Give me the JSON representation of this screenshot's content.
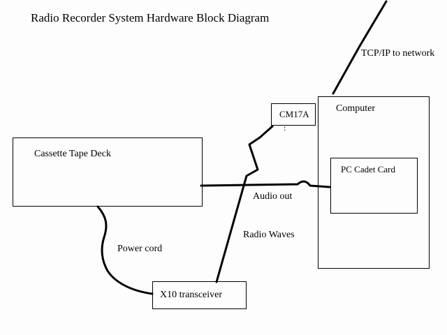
{
  "title": "Radio Recorder System Hardware Block Diagram",
  "boxes": {
    "cassette": {
      "label": "Cassette Tape Deck"
    },
    "cm17a": {
      "label": "CM17A"
    },
    "computer": {
      "label": "Computer"
    },
    "pc_cadet": {
      "label": "PC Cadet Card"
    },
    "x10": {
      "label": "X10 transceiver"
    }
  },
  "labels": {
    "tcpip": "TCP/IP to network",
    "audio_out": "Audio out",
    "radio_waves": "Radio Waves",
    "power_cord": "Power cord",
    "cm17a_mark": ":"
  },
  "colors": {
    "line": "#000000",
    "background": "#fdfdfd"
  }
}
